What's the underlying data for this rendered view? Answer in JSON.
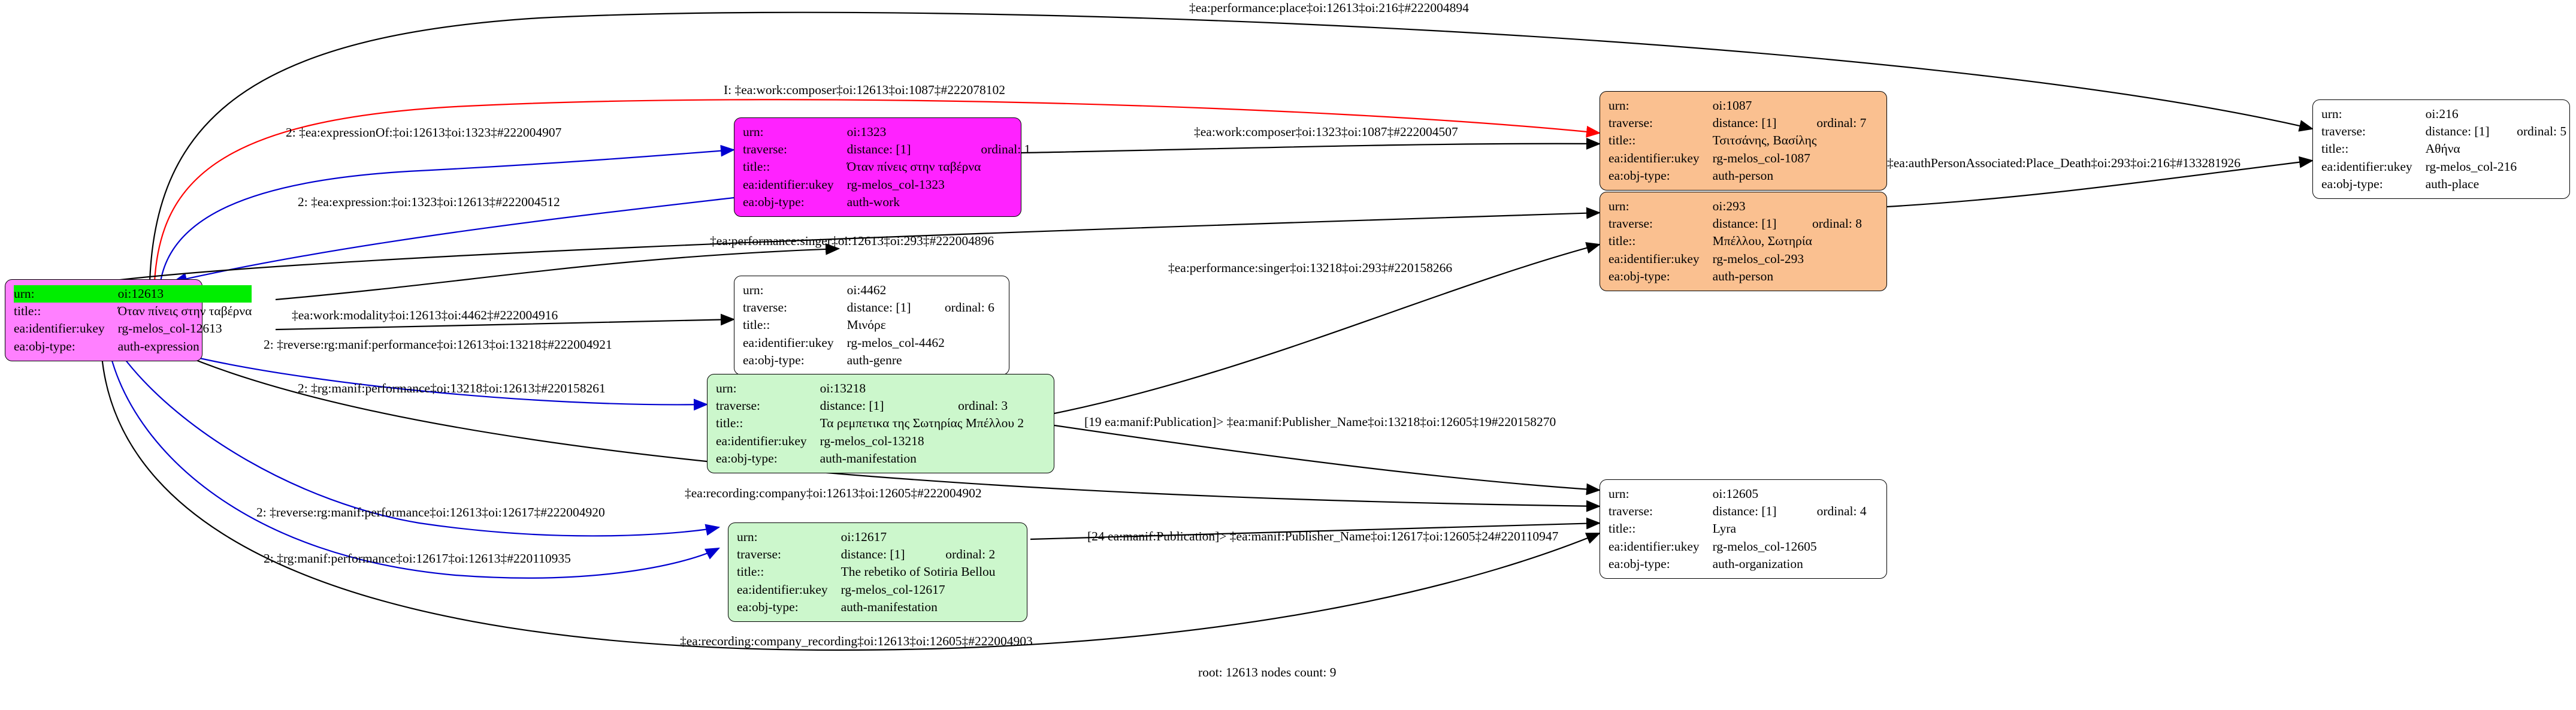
{
  "graph": {
    "footer": "root: 12613 nodes count: 9",
    "nodes": [
      {
        "id": "12613",
        "fill": "#ff80ff",
        "highlight_first_row": true,
        "rows": [
          {
            "k": "urn:",
            "v": "oi:12613"
          },
          {
            "k": "title::",
            "v": "Όταν πίνεις στην ταβέρνα"
          },
          {
            "k": "ea:identifier:ukey",
            "v": "rg-melos_col-12613"
          },
          {
            "k": "ea:obj-type:",
            "v": "auth-expression"
          }
        ]
      },
      {
        "id": "1323",
        "fill": "#ff22ff",
        "highlight_first_row": false,
        "rows": [
          {
            "k": "urn:",
            "v": "oi:1323"
          },
          {
            "k": "traverse:",
            "v": "distance: [1]",
            "v2": "ordinal: 1"
          },
          {
            "k": "title::",
            "v": "Όταν πίνεις στην ταβέρνα"
          },
          {
            "k": "ea:identifier:ukey",
            "v": "rg-melos_col-1323"
          },
          {
            "k": "ea:obj-type:",
            "v": "auth-work"
          }
        ]
      },
      {
        "id": "1087",
        "fill": "#fac090",
        "highlight_first_row": false,
        "rows": [
          {
            "k": "urn:",
            "v": "oi:1087"
          },
          {
            "k": "traverse:",
            "v": "distance: [1]",
            "v2": "ordinal: 7"
          },
          {
            "k": "title::",
            "v": "Τσιτσάνης, Βασίλης"
          },
          {
            "k": "ea:identifier:ukey",
            "v": "rg-melos_col-1087"
          },
          {
            "k": "ea:obj-type:",
            "v": "auth-person"
          }
        ]
      },
      {
        "id": "293",
        "fill": "#fac090",
        "highlight_first_row": false,
        "rows": [
          {
            "k": "urn:",
            "v": "oi:293"
          },
          {
            "k": "traverse:",
            "v": "distance: [1]",
            "v2": "ordinal: 8"
          },
          {
            "k": "title::",
            "v": "Μπέλλου, Σωτηρία"
          },
          {
            "k": "ea:identifier:ukey",
            "v": "rg-melos_col-293"
          },
          {
            "k": "ea:obj-type:",
            "v": "auth-person"
          }
        ]
      },
      {
        "id": "216",
        "fill": "#ffffff",
        "highlight_first_row": false,
        "rows": [
          {
            "k": "urn:",
            "v": "oi:216"
          },
          {
            "k": "traverse:",
            "v": "distance: [1]",
            "v2": "ordinal: 5"
          },
          {
            "k": "title::",
            "v": "Αθήνα"
          },
          {
            "k": "ea:identifier:ukey",
            "v": "rg-melos_col-216"
          },
          {
            "k": "ea:obj-type:",
            "v": "auth-place"
          }
        ]
      },
      {
        "id": "4462",
        "fill": "#ffffff",
        "highlight_first_row": false,
        "rows": [
          {
            "k": "urn:",
            "v": "oi:4462"
          },
          {
            "k": "traverse:",
            "v": "distance: [1]",
            "v2": "ordinal: 6"
          },
          {
            "k": "title::",
            "v": "Μινόρε"
          },
          {
            "k": "ea:identifier:ukey",
            "v": "rg-melos_col-4462"
          },
          {
            "k": "ea:obj-type:",
            "v": "auth-genre"
          }
        ]
      },
      {
        "id": "13218",
        "fill": "#ccf7cc",
        "highlight_first_row": false,
        "rows": [
          {
            "k": "urn:",
            "v": "oi:13218"
          },
          {
            "k": "traverse:",
            "v": "distance: [1]",
            "v2": "ordinal: 3"
          },
          {
            "k": "title::",
            "v": "Τα ρεμπετικα της Σωτηρίας Μπέλλου 2"
          },
          {
            "k": "ea:identifier:ukey",
            "v": "rg-melos_col-13218"
          },
          {
            "k": "ea:obj-type:",
            "v": "auth-manifestation"
          }
        ]
      },
      {
        "id": "12617",
        "fill": "#ccf7cc",
        "highlight_first_row": false,
        "rows": [
          {
            "k": "urn:",
            "v": "oi:12617"
          },
          {
            "k": "traverse:",
            "v": "distance: [1]",
            "v2": "ordinal: 2"
          },
          {
            "k": "title::",
            "v": "The rebetiko of Sotiria Bellou"
          },
          {
            "k": "ea:identifier:ukey",
            "v": "rg-melos_col-12617"
          },
          {
            "k": "ea:obj-type:",
            "v": "auth-manifestation"
          }
        ]
      },
      {
        "id": "12605",
        "fill": "#ffffff",
        "highlight_first_row": false,
        "rows": [
          {
            "k": "urn:",
            "v": "oi:12605"
          },
          {
            "k": "traverse:",
            "v": "distance: [1]",
            "v2": "ordinal: 4"
          },
          {
            "k": "title::",
            "v": "Lyra"
          },
          {
            "k": "ea:identifier:ukey",
            "v": "rg-melos_col-12605"
          },
          {
            "k": "ea:obj-type:",
            "v": "auth-organization"
          }
        ]
      }
    ],
    "edge_labels": [
      {
        "id": "e1",
        "text": "‡ea:performance:place‡oi:12613‡oi:216‡#222004894"
      },
      {
        "id": "e2",
        "text": "I: ‡ea:work:composer‡oi:12613‡oi:1087‡#222078102"
      },
      {
        "id": "e3",
        "text": "2: ‡ea:expressionOf:‡oi:12613‡oi:1323‡#222004907"
      },
      {
        "id": "e4",
        "text": "‡ea:work:composer‡oi:1323‡oi:1087‡#222004507"
      },
      {
        "id": "e5",
        "text": "2: ‡ea:expression:‡oi:1323‡oi:12613‡#222004512"
      },
      {
        "id": "e6",
        "text": "‡ea:performance:singer‡oi:12613‡oi:293‡#222004896"
      },
      {
        "id": "e7",
        "text": "‡ea:performance:singer‡oi:13218‡oi:293‡#220158266"
      },
      {
        "id": "e8",
        "text": "‡ea:authPersonAssociated:Place_Death‡oi:293‡oi:216‡#133281926"
      },
      {
        "id": "e9",
        "text": "‡ea:work:modality‡oi:12613‡oi:4462‡#222004916"
      },
      {
        "id": "e10",
        "text": "2: ‡reverse:rg:manif:performance‡oi:12613‡oi:13218‡#222004921"
      },
      {
        "id": "e11",
        "text": "2: ‡rg:manif:performance‡oi:13218‡oi:12613‡#220158261"
      },
      {
        "id": "e12",
        "text": "[19 ea:manif:Publication]> ‡ea:manif:Publisher_Name‡oi:13218‡oi:12605‡19#220158270"
      },
      {
        "id": "e13",
        "text": "‡ea:recording:company‡oi:12613‡oi:12605‡#222004902"
      },
      {
        "id": "e14",
        "text": "2: ‡reverse:rg:manif:performance‡oi:12613‡oi:12617‡#222004920"
      },
      {
        "id": "e15",
        "text": "[24 ea:manif:Publication]> ‡ea:manif:Publisher_Name‡oi:12617‡oi:12605‡24#220110947"
      },
      {
        "id": "e16",
        "text": "2: ‡rg:manif:performance‡oi:12617‡oi:12613‡#220110935"
      },
      {
        "id": "e17",
        "text": "‡ea:recording:company_recording‡oi:12613‡oi:12605‡#222004903"
      }
    ],
    "colors": {
      "edge_default": "#000000",
      "edge_red": "#ff0000",
      "edge_blue": "#0000d0",
      "highlight": "#00ee00"
    }
  }
}
